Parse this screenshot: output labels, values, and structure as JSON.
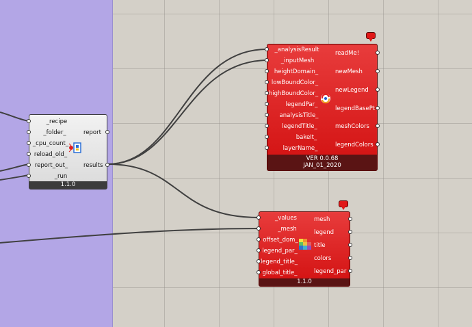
{
  "recipe_component": {
    "inputs": [
      "_recipe",
      "_folder_",
      "_cpu_count_",
      "reload_old_",
      "report_out_",
      "_run"
    ],
    "outputs": [
      "report",
      "results"
    ],
    "version": "1.1.0"
  },
  "legend_component": {
    "inputs": [
      "_analysisResult",
      "_inputMesh",
      "heightDomain_",
      "lowBoundColor_",
      "highBoundColor_",
      "legendPar_",
      "analysisTitle_",
      "legendTitle_",
      "bakeIt_",
      "layerName_"
    ],
    "outputs": [
      "readMe!",
      "newMesh",
      "newLegend",
      "legendBasePt",
      "meshColors",
      "legendColors"
    ],
    "version_line1": "VER 0.0.68",
    "version_line2": "JAN_01_2020"
  },
  "spatial_heatmap_component": {
    "inputs": [
      "_values",
      "_mesh",
      "offset_dom_",
      "legend_par_",
      "legend_title_",
      "global_title_"
    ],
    "outputs": [
      "mesh",
      "legend",
      "title",
      "colors",
      "legend_par"
    ],
    "version": "1.1.0"
  },
  "colors": {
    "canvas": "#d4d0c8",
    "group": "#b3a6e6",
    "component_red": "#d21010",
    "component_grey": "#e6e6e6",
    "wire": "#404040"
  }
}
